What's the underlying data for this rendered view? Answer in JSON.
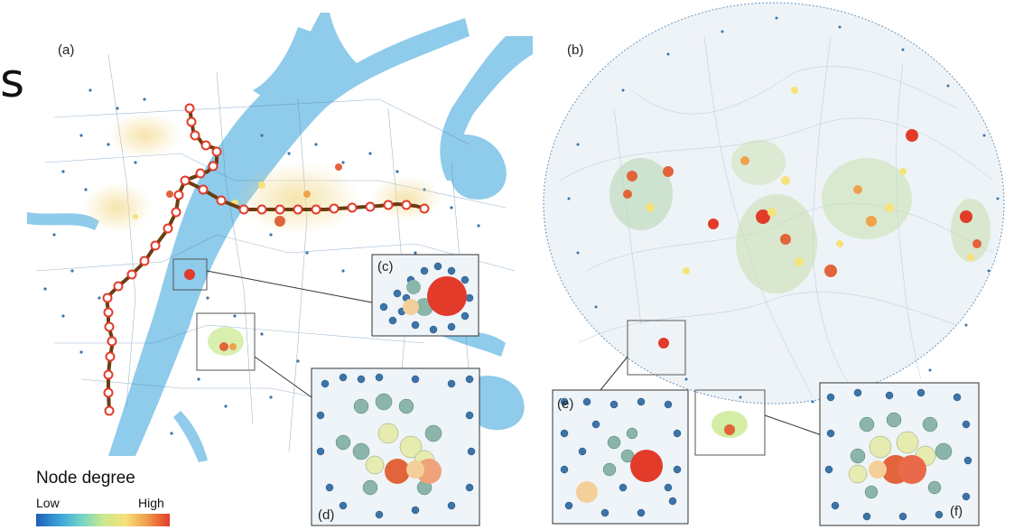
{
  "figure": {
    "side_letter": "s",
    "panels": [
      {
        "id": "a",
        "label": "(a)"
      },
      {
        "id": "b",
        "label": "(b)"
      },
      {
        "id": "c",
        "label": "(c)"
      },
      {
        "id": "d",
        "label": "(d)"
      },
      {
        "id": "e",
        "label": "(e)"
      },
      {
        "id": "f",
        "label": "(f)"
      }
    ],
    "legend": {
      "title": "Node degree",
      "low": "Low",
      "high": "High",
      "colors": [
        "#1f5fb8",
        "#3aa0d8",
        "#6fd3c8",
        "#c9e88e",
        "#f6e27a",
        "#f09a4a",
        "#e23b2a"
      ]
    },
    "colors": {
      "river": "#8fcbea",
      "edge": "#9ab6c8",
      "node_low": "#3d74a8",
      "metro_line": "#6b3d10",
      "metro_station": "#e23b2a"
    }
  }
}
